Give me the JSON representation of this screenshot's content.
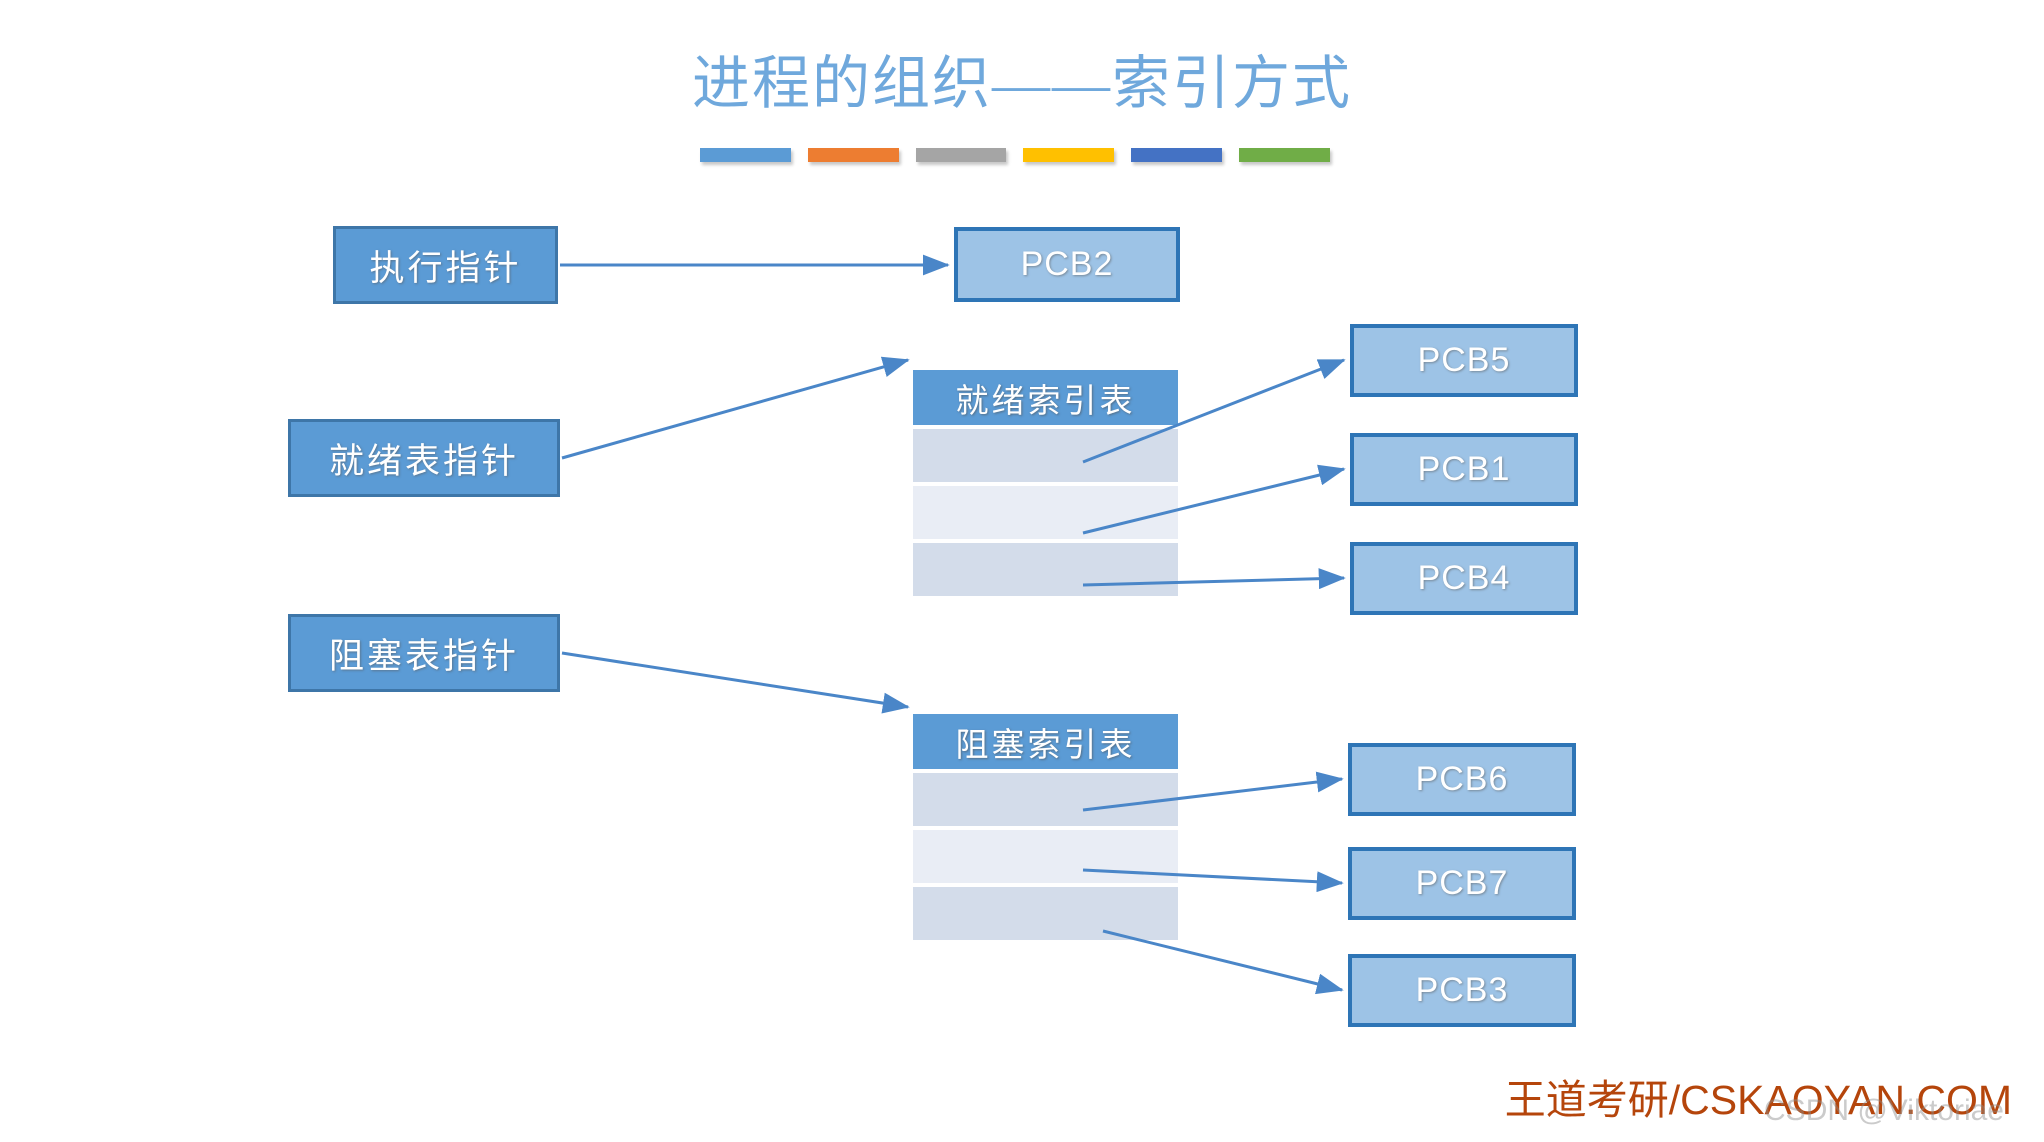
{
  "slide": {
    "title": "进程的组织——索引方式",
    "background_color": "#FFFFFF"
  },
  "accent_bars": [
    {
      "name": "bar-blue",
      "color": "#5B9BD5"
    },
    {
      "name": "bar-orange",
      "color": "#ED7D31"
    },
    {
      "name": "bar-gray",
      "color": "#A5A5A5"
    },
    {
      "name": "bar-yellow",
      "color": "#FFC000"
    },
    {
      "name": "bar-dark-blue",
      "color": "#4472C4"
    },
    {
      "name": "bar-green",
      "color": "#70AD47"
    }
  ],
  "pointers": [
    {
      "label": "执行指针"
    },
    {
      "label": "就绪表指针"
    },
    {
      "label": "阻塞表指针"
    }
  ],
  "tables": [
    {
      "header": "就绪索引表",
      "rows": [
        "",
        "",
        ""
      ]
    },
    {
      "header": "阻塞索引表",
      "rows": [
        "",
        "",
        ""
      ]
    }
  ],
  "pcb_blocks": {
    "running": {
      "label": "PCB2"
    },
    "ready": [
      {
        "label": "PCB5"
      },
      {
        "label": "PCB1"
      },
      {
        "label": "PCB4"
      }
    ],
    "blocked": [
      {
        "label": "PCB6"
      },
      {
        "label": "PCB7"
      },
      {
        "label": "PCB3"
      }
    ]
  },
  "watermarks": {
    "brand": "王道考研/CSKAOYAN.COM",
    "csdn": "CSDN @Viktoriae"
  },
  "colors": {
    "title": "#6FA8DC",
    "pointer_fill": "#5B9BD5",
    "pointer_border": "#3E76A8",
    "pcb_fill": "#9DC3E6",
    "pcb_border": "#2E75B6",
    "table_header": "#5B9BD5",
    "table_row_odd": "#D3DCEA",
    "table_row_even": "#E9EDF5",
    "connector": "#4A86C8",
    "brand_text": "#B5450B"
  }
}
